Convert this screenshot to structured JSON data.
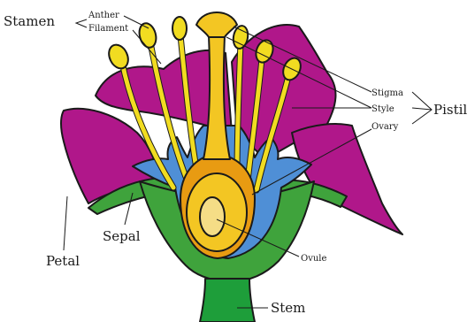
{
  "labels": {
    "stamen": "Stamen",
    "anther": "Anther",
    "filament": "Filament",
    "stigma": "Stigma",
    "style": "Style",
    "ovary": "Ovary",
    "pistil": "Pistil",
    "sepal": "Sepal",
    "petal": "Petal",
    "ovule": "Ovule",
    "stem": "Stem"
  },
  "colors": {
    "petal": "#b0178a",
    "sepal_blue": "#4f8fd6",
    "receptacle_green": "#3fa33c",
    "stem_green": "#1e9e3a",
    "anther_yellow": "#f1dc21",
    "pistil_yellow": "#f3c623",
    "ovary_orange": "#e89b12",
    "ovule_fill": "#f5dd86"
  }
}
